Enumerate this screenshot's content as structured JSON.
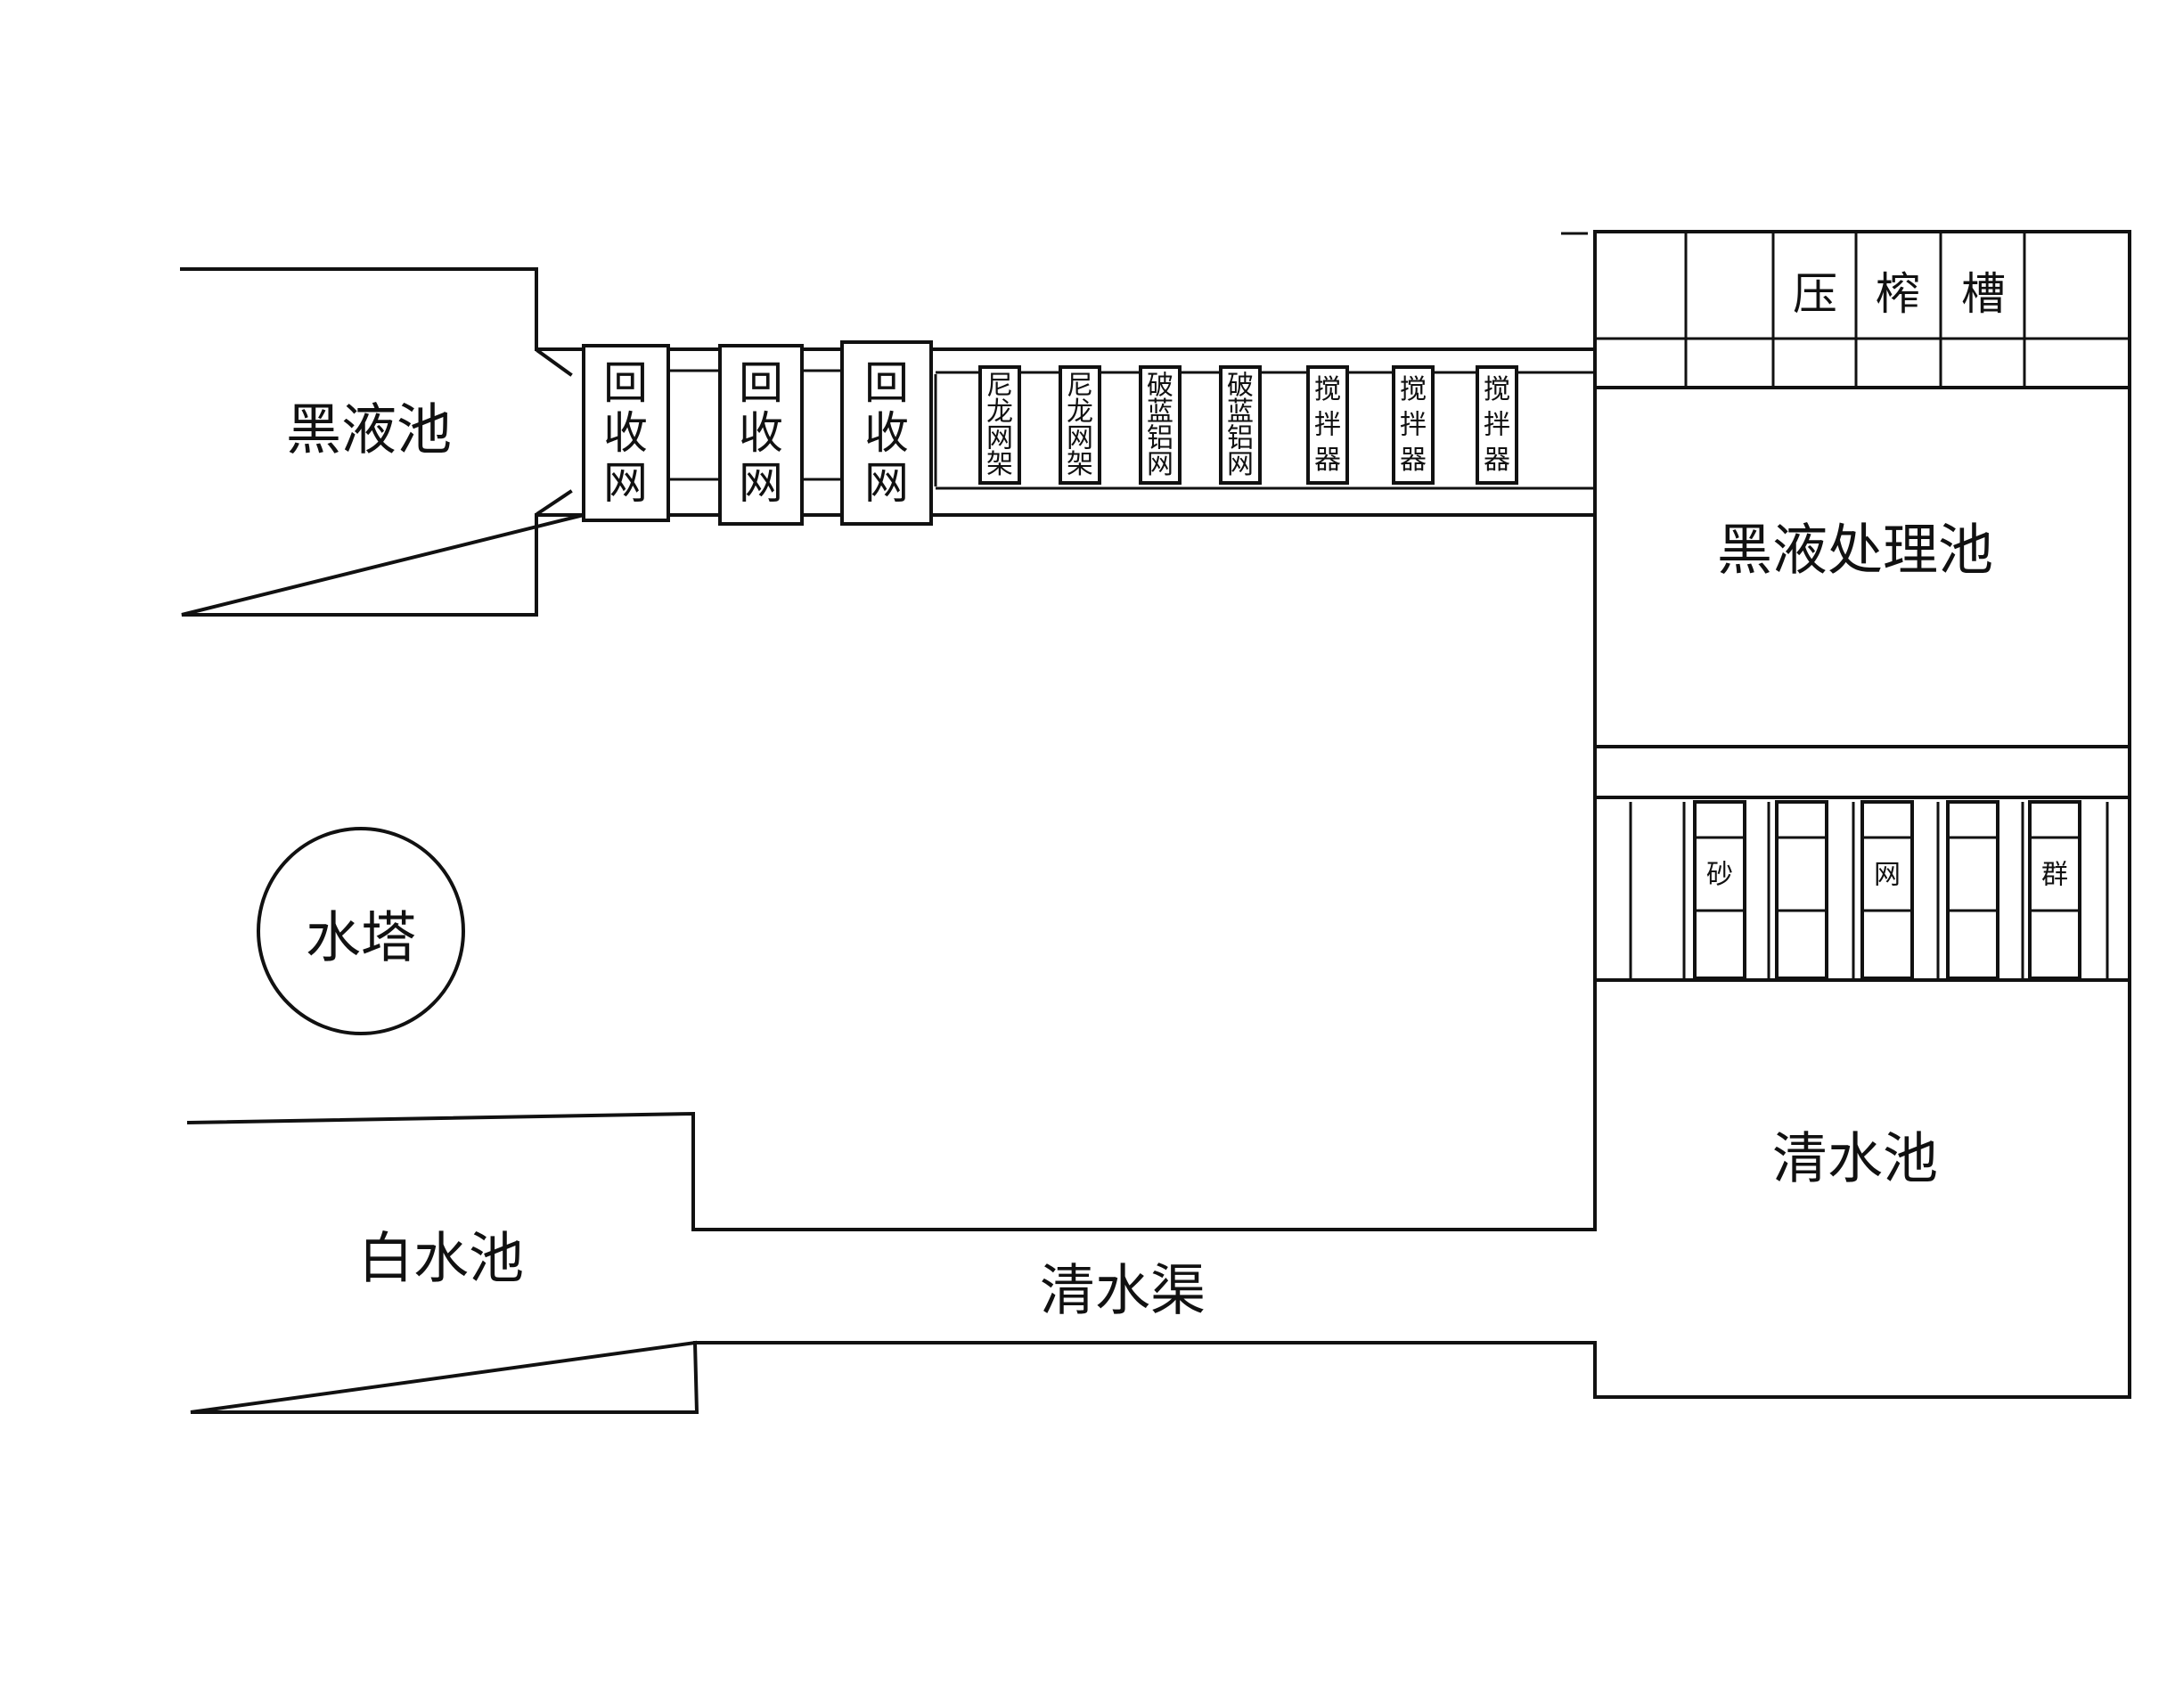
{
  "labels": {
    "black_liquor_pool": "黑液池",
    "black_liquor_treatment_pool": "黑液处理池",
    "press_tank": "压榨槽",
    "water_tower": "水塔",
    "white_water_pool": "白水池",
    "clear_water_pool": "清水池",
    "clear_water_channel": "清水渠"
  },
  "recovery_screens": [
    "回收网",
    "回收网",
    "回收网"
  ],
  "channel_units": [
    "尼龙网架",
    "尼龙网架",
    "破蓝铝网",
    "破蓝铝网",
    "搅拌器",
    "搅拌器",
    "搅拌器"
  ],
  "sand_screen_labels": [
    "砂",
    "网",
    "群"
  ]
}
